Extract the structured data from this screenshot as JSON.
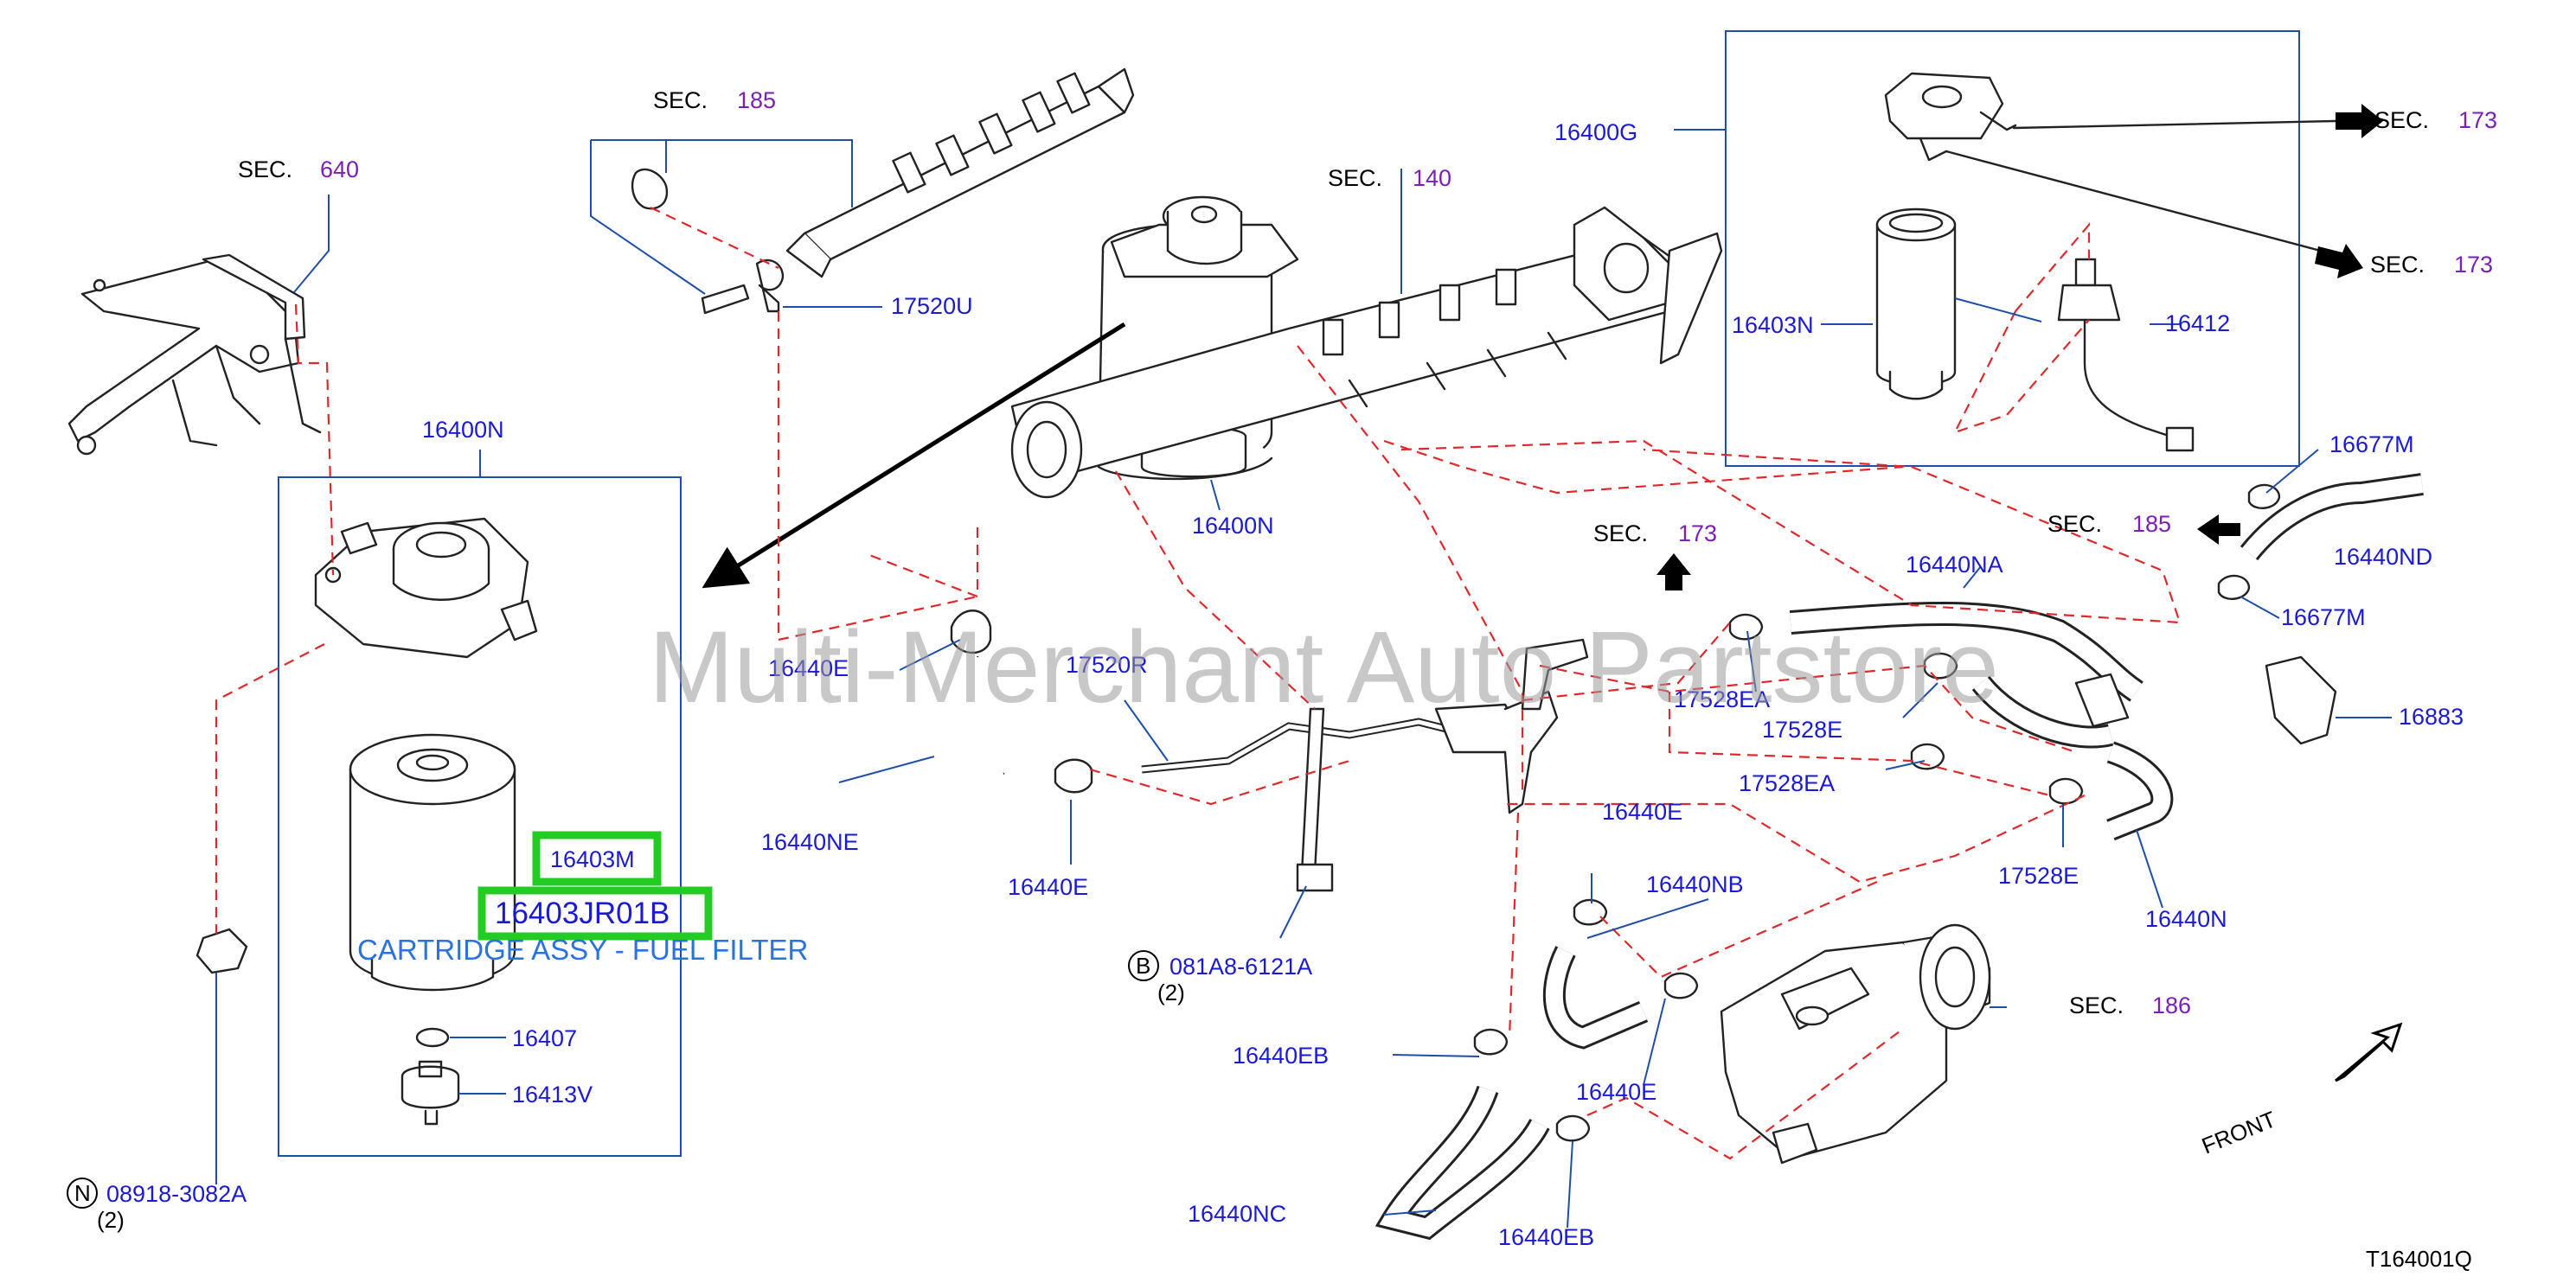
{
  "watermark": "Multi-Merchant Auto Partstore",
  "diagram_id": "T164001Q",
  "front_label": "FRONT",
  "highlight": {
    "part_code": "16403M",
    "part_number": "16403JR01B",
    "description": "CARTRIDGE ASSY - FUEL FILTER"
  },
  "sections": {
    "sec640": {
      "label": "SEC.",
      "num": "640"
    },
    "sec185a": {
      "label": "SEC.",
      "num": "185"
    },
    "sec140": {
      "label": "SEC.",
      "num": "140"
    },
    "sec173a": {
      "label": "SEC.",
      "num": "173"
    },
    "sec173b": {
      "label": "SEC.",
      "num": "173"
    },
    "sec173c": {
      "label": "SEC.",
      "num": "173"
    },
    "sec185b": {
      "label": "SEC.",
      "num": "185"
    },
    "sec186": {
      "label": "SEC.",
      "num": "186"
    }
  },
  "parts": {
    "p16400N_box": "16400N",
    "p16400N": "16400N",
    "p16400G": "16400G",
    "p16403N": "16403N",
    "p16412": "16412",
    "p17520U": "17520U",
    "p17520R": "17520R",
    "p16440E_a": "16440E",
    "p16440E_b": "16440E",
    "p16440E_c": "16440E",
    "p16440E_d": "16440E",
    "p16440NE": "16440NE",
    "p16440NA": "16440NA",
    "p16440NB": "16440NB",
    "p16440NC": "16440NC",
    "p16440N": "16440N",
    "p16440ND": "16440ND",
    "p16440EB_a": "16440EB",
    "p16440EB_b": "16440EB",
    "p16677M_a": "16677M",
    "p16677M_b": "16677M",
    "p16883": "16883",
    "p17528EA_a": "17528EA",
    "p17528EA_b": "17528EA",
    "p17528E_a": "17528E",
    "p17528E_b": "17528E",
    "p16407": "16407",
    "p16413V": "16413V",
    "bolt_B": {
      "symbol": "B",
      "code": "081A8-6121A",
      "qty": "(2)"
    },
    "nut_N": {
      "symbol": "N",
      "code": "08918-3082A",
      "qty": "(2)"
    }
  }
}
